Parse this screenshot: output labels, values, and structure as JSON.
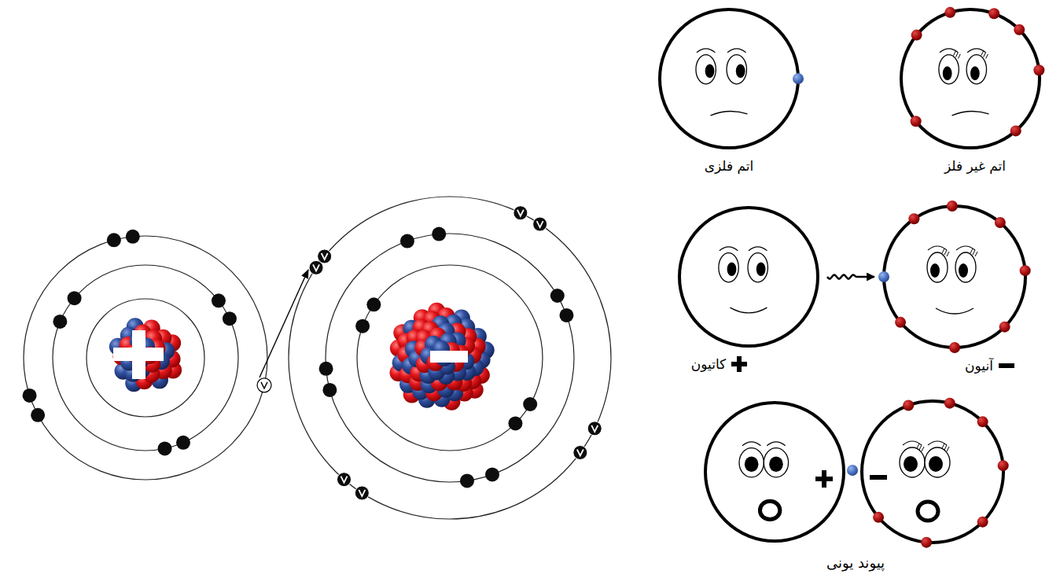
{
  "diagram": {
    "nodes": [
      {
        "text": [
          "اتم فلزی"
        ]
      },
      {
        "text": [
          "اتم غیر فلز"
        ]
      },
      {
        "text": [
          "کاتیون"
        ]
      },
      {
        "text": [
          "آنیون"
        ]
      }
    ],
    "edges": [
      {
        "from": 2,
        "to": 3,
        "arrow": "to"
      }
    ],
    "labels": [
      "پیوند یونی"
    ]
  }
}
